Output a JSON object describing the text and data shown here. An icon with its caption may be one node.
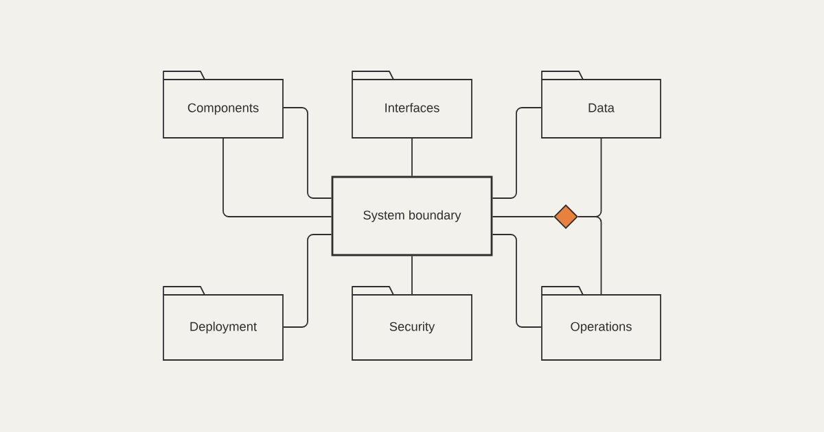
{
  "diagram": {
    "nodes": [
      {
        "text": [
          "Components"
        ]
      },
      {
        "text": [
          "Interfaces"
        ]
      },
      {
        "text": [
          "Data"
        ]
      },
      {
        "text": [
          "System boundary"
        ]
      },
      {
        "text": [],
        "shape": "diamond"
      },
      {
        "text": [
          "Deployment"
        ]
      },
      {
        "text": [
          "Security"
        ]
      },
      {
        "text": [
          "Operations"
        ]
      }
    ],
    "edges": [
      {
        "from": 0,
        "to": 3,
        "arrow": "none"
      },
      {
        "from": 0,
        "to": 3,
        "arrow": "none"
      },
      {
        "from": 1,
        "to": 3,
        "arrow": "none"
      },
      {
        "from": 2,
        "to": 3,
        "arrow": "none"
      },
      {
        "from": 3,
        "to": 4,
        "arrow": "none"
      },
      {
        "from": 4,
        "to": 2,
        "arrow": "none"
      },
      {
        "from": 4,
        "to": 7,
        "arrow": "none"
      },
      {
        "from": 5,
        "to": 3,
        "arrow": "none"
      },
      {
        "from": 6,
        "to": 3,
        "arrow": "none"
      },
      {
        "from": 7,
        "to": 3,
        "arrow": "none"
      }
    ]
  }
}
